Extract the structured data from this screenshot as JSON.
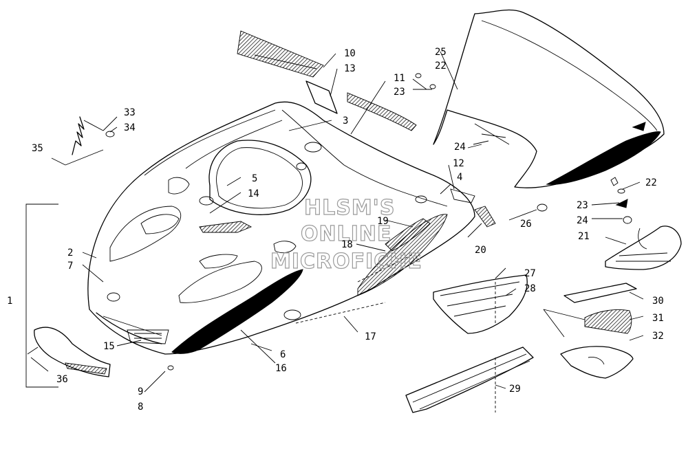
{
  "watermark": {
    "line1": "HLSM'S",
    "line2": "ONLINE",
    "line3": "MICROFICHE"
  },
  "callouts": {
    "c1": "1",
    "c2": "2",
    "c3": "3",
    "c4": "4",
    "c5": "5",
    "c6": "6",
    "c7": "7",
    "c8": "8",
    "c9": "9",
    "c10": "10",
    "c11": "11",
    "c12": "12",
    "c13": "13",
    "c14": "14",
    "c15": "15",
    "c16": "16",
    "c17": "17",
    "c18": "18",
    "c19": "19",
    "c20": "20",
    "c21": "21",
    "c22a": "22",
    "c22b": "22",
    "c23a": "23",
    "c23b": "23",
    "c24a": "24",
    "c24b": "24",
    "c25": "25",
    "c26": "26",
    "c27": "27",
    "c28": "28",
    "c29": "29",
    "c30": "30",
    "c31": "31",
    "c32": "32",
    "c33": "33",
    "c34": "34",
    "c35": "35",
    "c36": "36"
  }
}
